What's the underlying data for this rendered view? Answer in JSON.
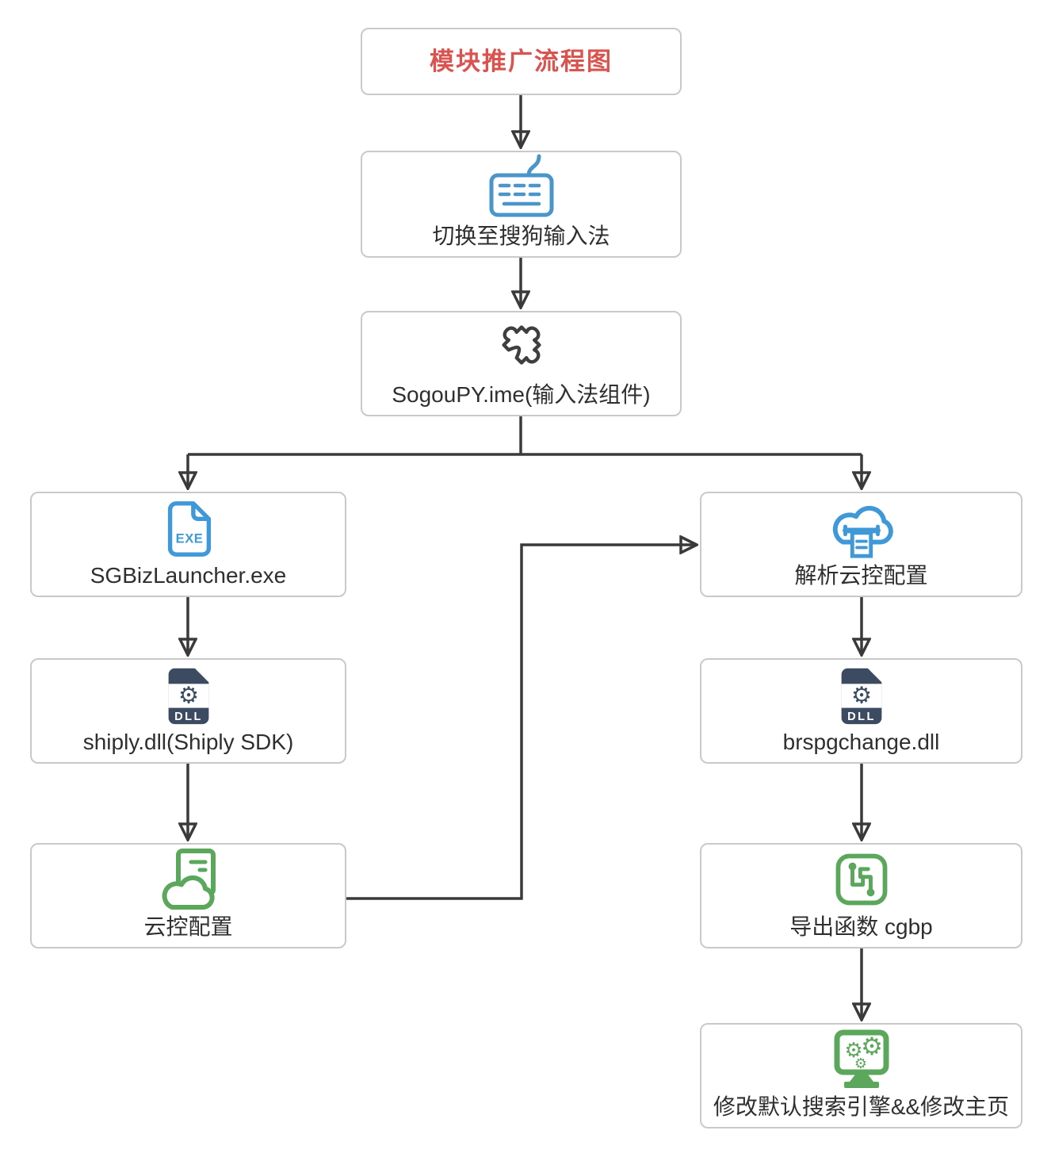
{
  "diagram": {
    "title": "模块推广流程图",
    "nodes": {
      "switch_ime": {
        "label": "切换至搜狗输入法",
        "icon": "keyboard-icon"
      },
      "sogoupy": {
        "label": "SogouPY.ime(输入法组件)",
        "icon": "puzzle-icon"
      },
      "sgbiz": {
        "label": "SGBizLauncher.exe",
        "icon": "exe-file-icon"
      },
      "shiply": {
        "label": "shiply.dll(Shiply SDK)",
        "icon": "dll-file-icon"
      },
      "cloud_config": {
        "label": "云控配置",
        "icon": "cloud-document-icon"
      },
      "parse_cloud": {
        "label": "解析云控配置",
        "icon": "cloud-printer-icon"
      },
      "brspg": {
        "label": "brspgchange.dll",
        "icon": "dll-file-icon"
      },
      "export_func": {
        "label": "导出函数 cgbp",
        "icon": "flow-branch-icon"
      },
      "modify_browser": {
        "label": "修改默认搜索引擎&&修改主页",
        "icon": "monitor-gears-icon"
      }
    },
    "edges": [
      {
        "from": "title",
        "to": "switch_ime"
      },
      {
        "from": "switch_ime",
        "to": "sogoupy"
      },
      {
        "from": "sogoupy",
        "to": "sgbiz"
      },
      {
        "from": "sogoupy",
        "to": "parse_cloud"
      },
      {
        "from": "sgbiz",
        "to": "shiply"
      },
      {
        "from": "shiply",
        "to": "cloud_config"
      },
      {
        "from": "cloud_config",
        "to": "parse_cloud"
      },
      {
        "from": "parse_cloud",
        "to": "brspg"
      },
      {
        "from": "brspg",
        "to": "export_func"
      },
      {
        "from": "export_func",
        "to": "modify_browser"
      }
    ],
    "colors": {
      "title_red": "#d9534f",
      "icon_blue": "#3f98d8",
      "icon_green": "#5ba75b",
      "icon_navy": "#3c4b61",
      "icon_dark": "#3f3f3f",
      "arrow": "#3a3a3a",
      "box_border": "#c9c9c9",
      "label_text": "#2f2f2f"
    }
  }
}
